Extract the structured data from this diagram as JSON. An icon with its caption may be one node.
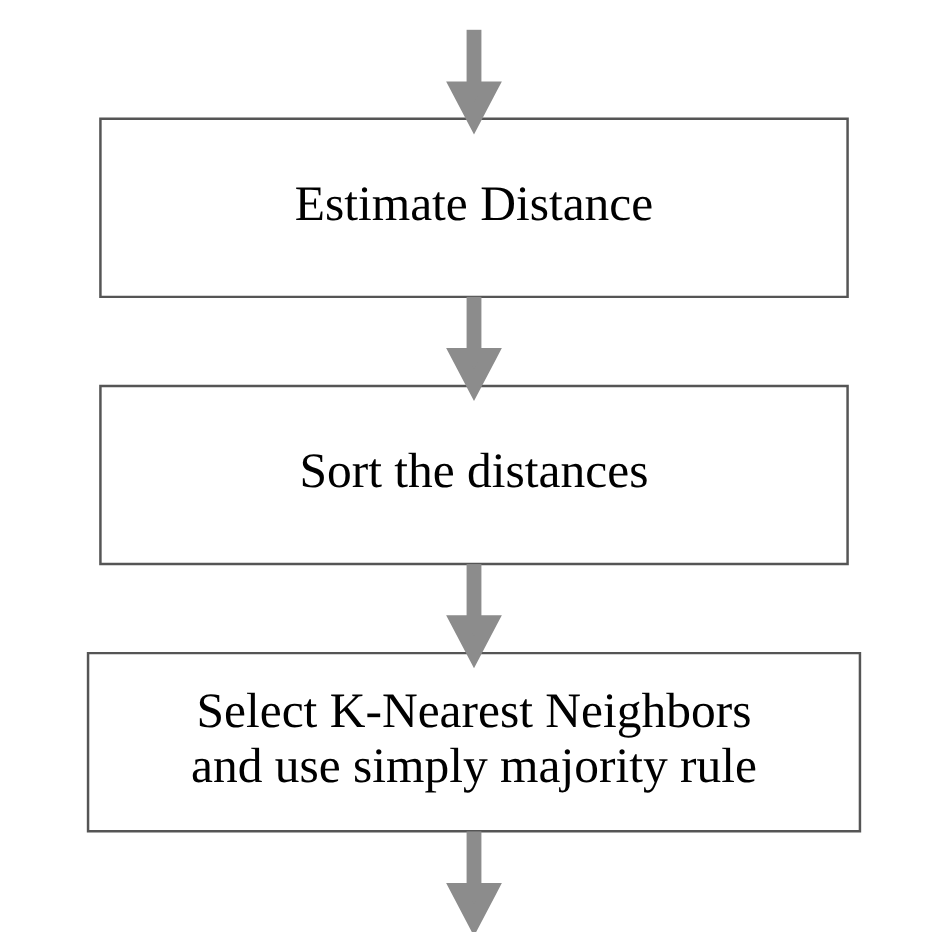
{
  "diagram": {
    "nodes": [
      {
        "text": [
          "Estimate Distance"
        ]
      },
      {
        "text": [
          "Sort the distances"
        ]
      },
      {
        "text": [
          "Select K-Nearest Neighbors and use simply majority rule"
        ]
      }
    ],
    "edges": [
      {
        "from": null,
        "to": 0,
        "arrow": "to"
      },
      {
        "from": 0,
        "to": 1,
        "arrow": "to"
      },
      {
        "from": 1,
        "to": 2,
        "arrow": "to"
      },
      {
        "from": 2,
        "to": null,
        "arrow": "to"
      }
    ]
  }
}
